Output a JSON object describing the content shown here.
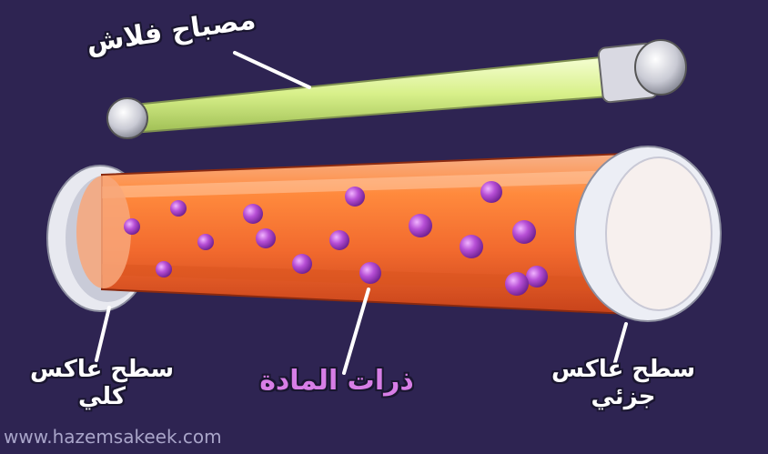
{
  "labels": {
    "flash_lamp": "مصباح فلاش",
    "matter_atoms": "ذرات المادة",
    "full_reflector_line1": "سطح عاكس",
    "full_reflector_line2": "كلي",
    "partial_reflector_line1": "سطح عاكس",
    "partial_reflector_line2": "جزئي"
  },
  "watermark": "www.hazemsakeek.com",
  "colors": {
    "background": "#2e2452",
    "lamp_tube": "#dff5a3",
    "laser_rod": "#f26a2e",
    "atoms": "#a33fc4",
    "atoms_label": "#d77ee6",
    "mirror": "#e6e7ef"
  }
}
